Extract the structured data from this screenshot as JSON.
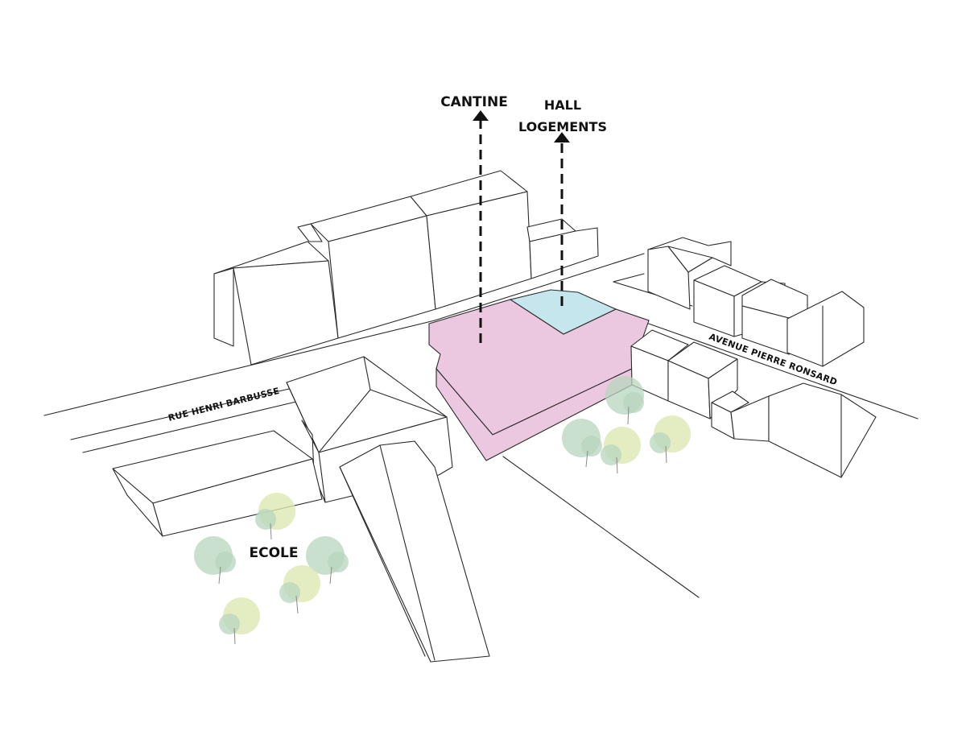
{
  "labels": {
    "cantine": "CANTINE",
    "hall_line1": "HALL",
    "hall_line2": "LOGEMENTS",
    "ecole": "ECOLE"
  },
  "streets": {
    "rue": "RUE HENRI BARBUSSE",
    "avenue": "AVENUE PIERRE RONSARD"
  },
  "colors": {
    "cantine_fill": "#ecc8e0",
    "hall_fill": "#c4e6ec",
    "tree_green": "#b8d5bd",
    "tree_yellow": "#dde7b3",
    "line": "#2a2a2a"
  },
  "icons": {
    "cantine_arrow": "arrow-up-icon",
    "hall_arrow": "arrow-up-icon",
    "tree": "tree-icon"
  }
}
